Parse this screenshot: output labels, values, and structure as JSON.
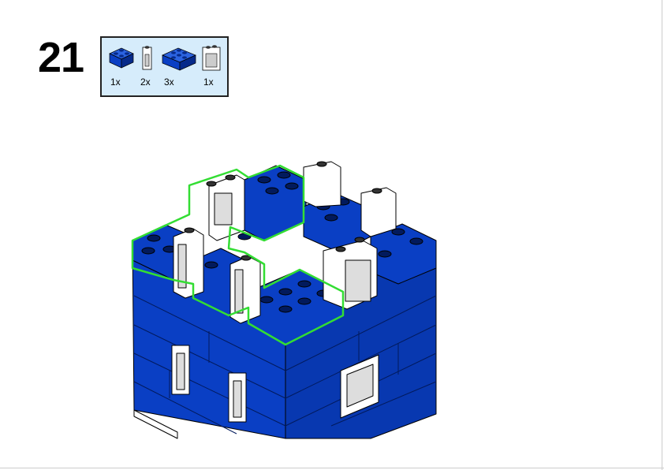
{
  "step_number": "21",
  "parts_list": [
    {
      "icon": "brick-2x2-blue-icon",
      "qty": "1x"
    },
    {
      "icon": "window-frame-1x1x2-white-icon",
      "qty": "2x"
    },
    {
      "icon": "brick-2x3-blue-icon",
      "qty": "3x"
    },
    {
      "icon": "window-frame-1x2x2-white-icon",
      "qty": "1x"
    }
  ],
  "colors": {
    "brick_blue": "#0a3fc4",
    "brick_dark": "#062a8a",
    "highlight": "#33dd33",
    "parts_bg": "#d6ecfb"
  }
}
